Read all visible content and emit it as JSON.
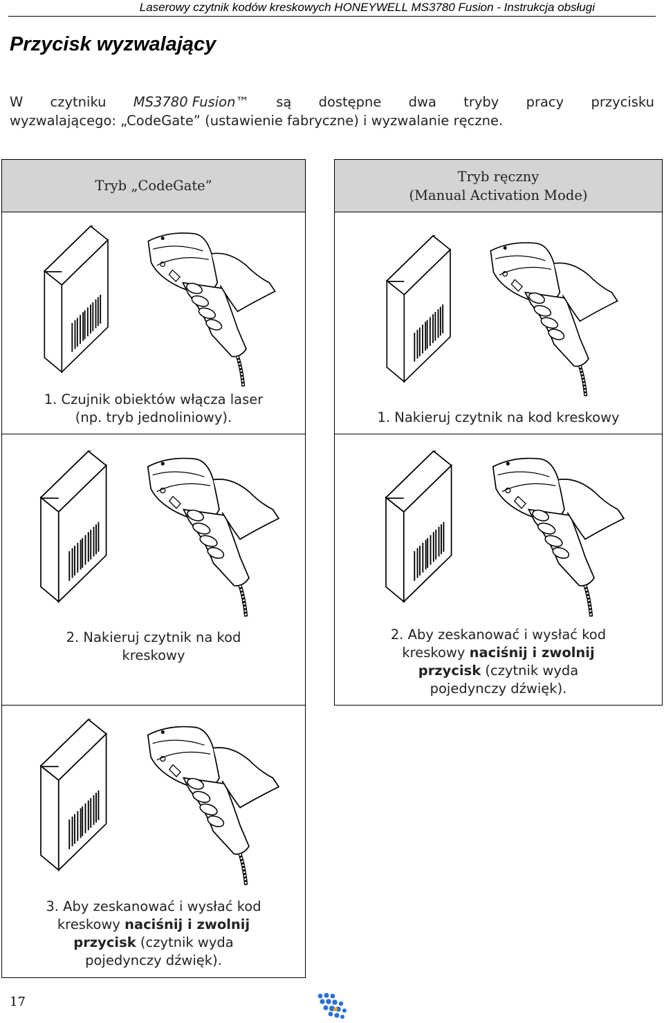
{
  "header": {
    "title": "Laserowy czytnik kodów kreskowych HONEYWELL MS3780 Fusion - Instrukcja obsługi"
  },
  "section_title": "Przycisk wyzwalający",
  "intro": {
    "w1": "W",
    "w2": "czytniku",
    "w3": "MS3780 Fusion™",
    "w4": "są",
    "w5": "dostępne",
    "w6": "dwa",
    "w7": "tryby",
    "w8": "pracy",
    "w9": "przycisku",
    "line2": "wyzwalającego: „CodeGate” (ustawienie fabryczne) i wyzwalanie ręczne."
  },
  "table": {
    "col1_header": "Tryb „CodeGate”",
    "col2_header_line1": "Tryb ręczny",
    "col2_header_line2": "(Manual Activation Mode)",
    "codegate_step1_line1": "1.  Czujnik obiektów włącza laser",
    "codegate_step1_line2": "(np. tryb jednoliniowy).",
    "manual_step1": "1.  Nakieruj czytnik na kod kreskowy",
    "codegate_step2_line1": "2.  Nakieruj czytnik na kod",
    "codegate_step2_line2": "kreskowy",
    "manual_step2_a": "2.  Aby zeskanować i wysłać kod",
    "manual_step2_b_pre": "kreskowy ",
    "manual_step2_b_bold": "naciśnij i zwolnij",
    "manual_step2_c_bold": "przycisk",
    "manual_step2_c_post": " (czytnik wyda",
    "manual_step2_d": "pojedynczy dźwięk).",
    "codegate_step3_a": "3.  Aby zeskanować i wysłać kod",
    "codegate_step3_b_pre": "kreskowy ",
    "codegate_step3_b_bold": "naciśnij i zwolnij",
    "codegate_step3_c_bold": "przycisk",
    "codegate_step3_c_post": " (czytnik wyda",
    "codegate_step3_d": "pojedynczy dźwięk)."
  },
  "footer": {
    "page_number": "17"
  }
}
